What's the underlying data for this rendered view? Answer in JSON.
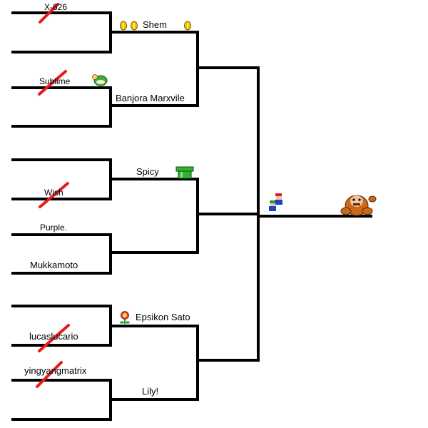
{
  "round1": {
    "m1_top": "X-626",
    "m1_bottom": "",
    "m2_top": "Sublime",
    "m2_bottom": "",
    "m3_top": "",
    "m3_bottom": "Wish",
    "m4_top": "Purple.",
    "m4_bottom": "Mukkamoto",
    "m5_top": "",
    "m5_bottom": "lucaslucario",
    "m6_top": "yingyangmatrix",
    "m6_bottom": ""
  },
  "round2": {
    "m1_top": "Shem",
    "m1_bottom": "Banjora Marxvile",
    "m2_top": "Spicy",
    "m3_top": "Epsikon Sato",
    "m3_bottom": "Lily!"
  },
  "eliminated": [
    "X-626",
    "Sublime",
    "Wish",
    "lucaslucario",
    "yingyangmatrix"
  ],
  "icons": {
    "coins": "coin-icon",
    "koopa": "koopa-shell-icon",
    "pipe": "warp-pipe-icon",
    "flower": "fire-flower-icon",
    "brothers": "mario-luigi-icon",
    "champion": "donkey-kong-icon"
  },
  "colors": {
    "line": "#000000",
    "elimination": "#e61a1a",
    "coin": "#f2c200",
    "pipe": "#2fb52f",
    "kong": "#c96a1a"
  }
}
